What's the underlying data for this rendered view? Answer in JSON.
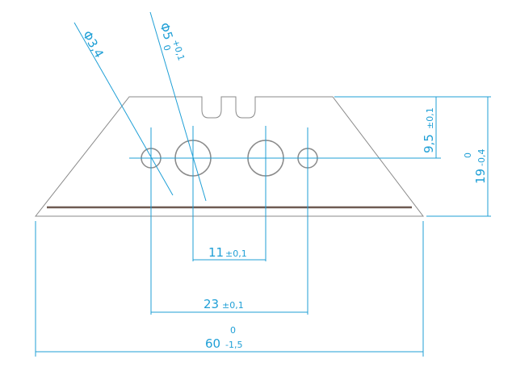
{
  "colors": {
    "dimension": "#1f9fd6",
    "outline": "#8a8a8a",
    "cutting_edge": "#6e5a52"
  },
  "labels": {
    "hole_small": "Φ3,4",
    "hole_large_symbol": "Φ5",
    "hole_large_tol_upper": "+0,1",
    "hole_large_tol_lower": "0",
    "center_spacing_11": "11",
    "center_spacing_11_tol": "±0,1",
    "center_spacing_23": "23",
    "center_spacing_23_tol": "±0,1",
    "overall_width": "60",
    "overall_width_tol_upper": "0",
    "overall_width_tol_lower": "-1,5",
    "hole_height": "9,5",
    "hole_height_tol": "±0,1",
    "overall_height": "19",
    "overall_height_tol_upper": "0",
    "overall_height_tol_lower": "-0,4"
  }
}
